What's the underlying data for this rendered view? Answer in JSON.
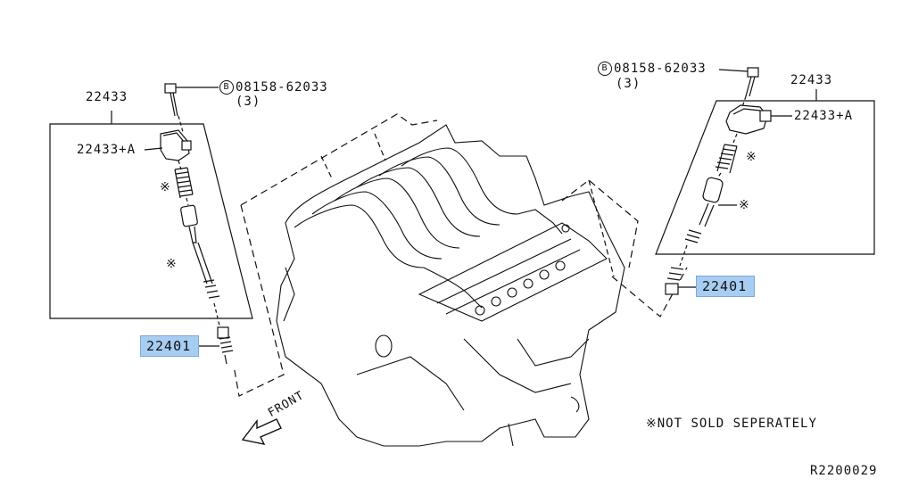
{
  "left_group": {
    "assembly_part": "22433",
    "coil_part": "22433+A",
    "bolt_symbol": "B",
    "bolt_part": "08158-62033",
    "bolt_qty": "(3)",
    "spring_mark": "※",
    "boot_mark": "※",
    "plug_part": "22401"
  },
  "right_group": {
    "assembly_part": "22433",
    "coil_part": "22433+A",
    "bolt_symbol": "B",
    "bolt_part": "08158-62033",
    "bolt_qty": "(3)",
    "spring_mark": "※",
    "boot_mark": "※",
    "plug_part": "22401"
  },
  "front_label": "FRONT",
  "footnote": "※NOT SOLD SEPERATELY",
  "diagram_code": "R2200029",
  "colors": {
    "highlight": "#a8cdf3",
    "line": "#111111"
  }
}
